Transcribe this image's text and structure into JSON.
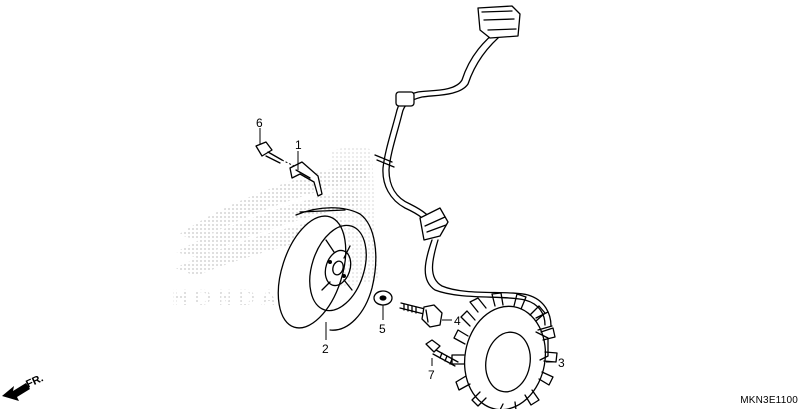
{
  "callouts": {
    "c1": "1",
    "c2": "2",
    "c3": "3",
    "c4": "4",
    "c5": "5",
    "c6": "6",
    "c7": "7"
  },
  "direction_label": "FR.",
  "diagram_code": "MKN3E1100",
  "watermark_text": "HONDA",
  "colors": {
    "line": "#000000",
    "watermark": "#c8c8c8",
    "background": "#ffffff"
  }
}
